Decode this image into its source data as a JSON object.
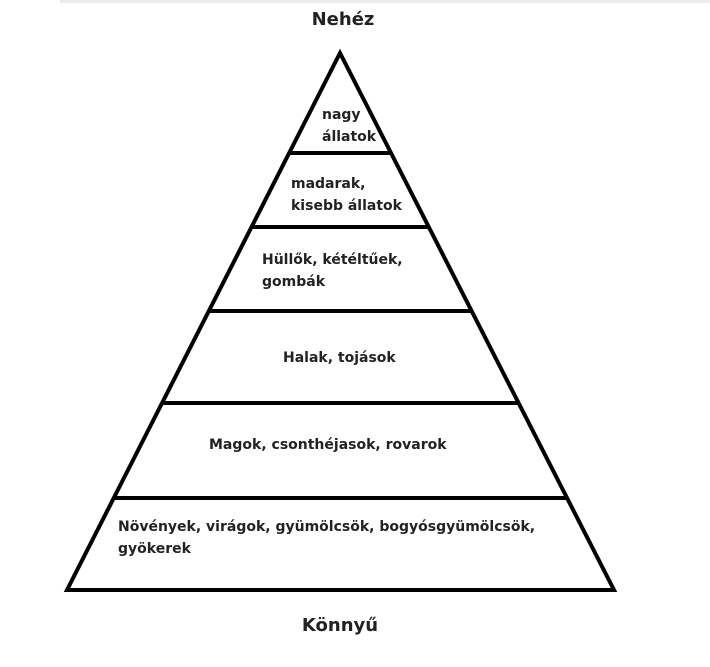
{
  "diagram": {
    "top_label": "Nehéz",
    "bottom_label": "Könnyű",
    "levels": [
      {
        "text": "nagy\nállatok"
      },
      {
        "text": "madarak,\nkisebb állatok"
      },
      {
        "text": "Hüllők, kétéltűek,\ngombák"
      },
      {
        "text": "Halak, tojások"
      },
      {
        "text": "Magok, csonthéjasok, rovarok"
      },
      {
        "text": "Növények, virágok, gyümölcsök, bogyósgyümölcsök,\ngyökerek"
      }
    ],
    "line_color": "#000000",
    "fill_color": "#ffffff"
  }
}
